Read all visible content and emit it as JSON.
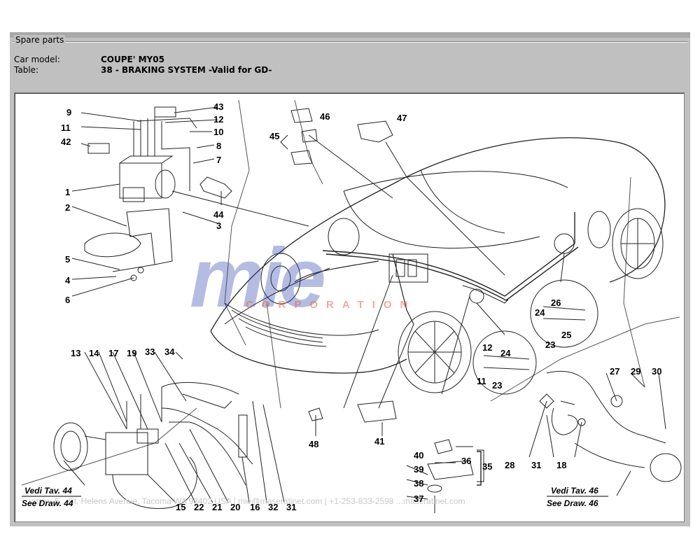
{
  "window": {
    "group_title": "Spare parts",
    "car_model_label": "Car model:",
    "car_model_value": "COUPE' MY05",
    "table_label": "Table:",
    "table_value": "38 - BRAKING SYSTEM -Valid for GD-"
  },
  "callouts": {
    "n1": "1",
    "n2": "2",
    "n3": "3",
    "n4": "4",
    "n5": "5",
    "n6": "6",
    "n7": "7",
    "n8": "8",
    "n9": "9",
    "n10": "10",
    "n11": "11",
    "n12": "12",
    "n13": "13",
    "n14": "14",
    "n15": "15",
    "n16": "16",
    "n17": "17",
    "n18": "18",
    "n19": "19",
    "n20": "20",
    "n21": "21",
    "n22": "22",
    "n23": "23",
    "n24": "24",
    "n25": "25",
    "n26": "26",
    "n27": "27",
    "n28": "28",
    "n29": "29",
    "n30": "30",
    "n31": "31",
    "n32": "32",
    "n33": "33",
    "n34": "34",
    "n35": "35",
    "n36": "36",
    "n37": "37",
    "n38": "38",
    "n39": "39",
    "n40": "40",
    "n41": "41",
    "n42": "42",
    "n43": "43",
    "n44": "44",
    "n45": "45",
    "n46": "46",
    "n47": "47",
    "n48": "48"
  },
  "refs": {
    "left_it": "Vedi Tav. 44",
    "left_en": "See Draw. 44",
    "right_it": "Vedi Tav. 46",
    "right_en": "See Draw. 46"
  },
  "watermark": {
    "logo": "mie",
    "sub": "CORPORATION",
    "footer": "...ration. 6... St. Helens Avenue, Tacoma WA 98402 USA  |  mie@maseratinet.com  |   +1-253-833-2598  ...maseratinet.com"
  }
}
